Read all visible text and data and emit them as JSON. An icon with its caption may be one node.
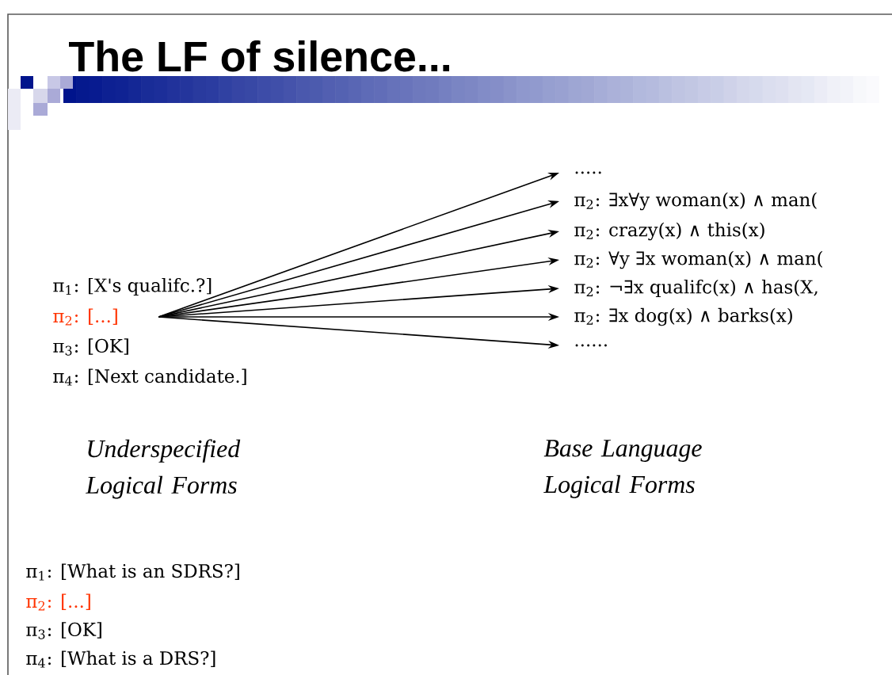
{
  "diagram": {
    "title": "The LF of silence...",
    "nodes": [
      {
        "text": [
          "π$_{2}$: [...]"
        ]
      },
      {
        "text": [
          "....."
        ]
      },
      {
        "text": [
          "π$_{2}$: ∃x∀y woman(x) ∧ man("
        ]
      },
      {
        "text": [
          "π$_{2}$: crazy(x) ∧ this(x)"
        ]
      },
      {
        "text": [
          "π$_{2}$: ∀y ∃x woman(x) ∧ man("
        ]
      },
      {
        "text": [
          "π$_{2}$: ¬∃x qualifc(x) ∧ has(X,"
        ]
      },
      {
        "text": [
          "π$_{2}$: ∃x dog(x) ∧ barks(x)"
        ]
      },
      {
        "text": [
          "......"
        ]
      }
    ],
    "edges": [
      {
        "from": 0,
        "to": 1,
        "arrow": "to"
      },
      {
        "from": 0,
        "to": 2,
        "arrow": "to"
      },
      {
        "from": 0,
        "to": 3,
        "arrow": "to"
      },
      {
        "from": 0,
        "to": 4,
        "arrow": "to"
      },
      {
        "from": 0,
        "to": 5,
        "arrow": "to"
      },
      {
        "from": 0,
        "to": 6,
        "arrow": "to"
      },
      {
        "from": 0,
        "to": 7,
        "arrow": "to"
      }
    ],
    "labels": [
      "π$_{1}$: [X's qualifc.?]",
      "π$_{3}$: [OK]",
      "π$_{4}$: [Next candidate.]",
      "Underspecified Logical Forms",
      "Base Language Logical Forms",
      "π$_{1}$: [What is an SDRS?]",
      "π$_{2}$: [...]",
      "π$_{3}$: [OK]",
      "π$_{4}$: [What is a DRS?]"
    ]
  }
}
